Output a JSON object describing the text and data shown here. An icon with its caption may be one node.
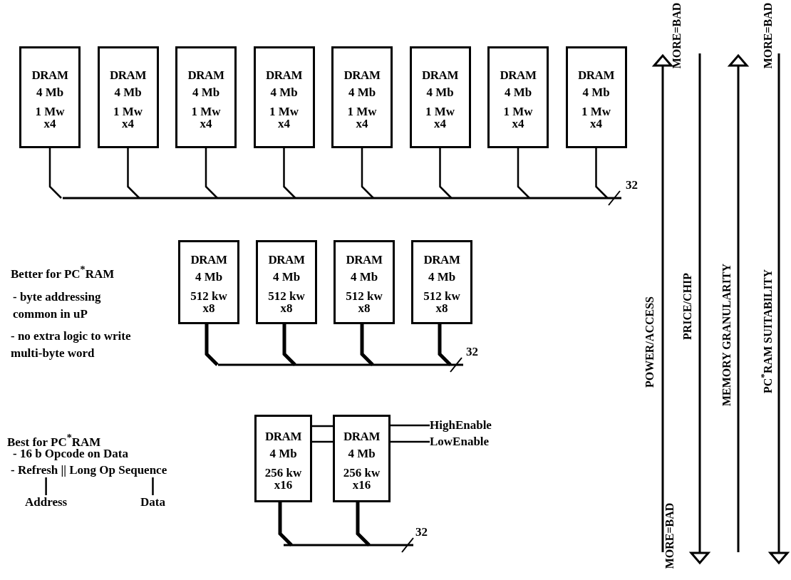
{
  "diagram": {
    "nodes": [
      {
        "text": [
          "DRAM",
          "4 Mb",
          "1 Mw",
          "x4"
        ]
      },
      {
        "text": [
          "DRAM",
          "4 Mb",
          "1 Mw",
          "x4"
        ]
      },
      {
        "text": [
          "DRAM",
          "4 Mb",
          "1 Mw",
          "x4"
        ]
      },
      {
        "text": [
          "DRAM",
          "4 Mb",
          "1 Mw",
          "x4"
        ]
      },
      {
        "text": [
          "DRAM",
          "4 Mb",
          "1 Mw",
          "x4"
        ]
      },
      {
        "text": [
          "DRAM",
          "4 Mb",
          "1 Mw",
          "x4"
        ]
      },
      {
        "text": [
          "DRAM",
          "4 Mb",
          "1 Mw",
          "x4"
        ]
      },
      {
        "text": [
          "DRAM",
          "4 Mb",
          "1 Mw",
          "x4"
        ]
      },
      {
        "text": [
          "DRAM",
          "4 Mb",
          "512 kw",
          "x8"
        ]
      },
      {
        "text": [
          "DRAM",
          "4 Mb",
          "512 kw",
          "x8"
        ]
      },
      {
        "text": [
          "DRAM",
          "4 Mb",
          "512 kw",
          "x8"
        ]
      },
      {
        "text": [
          "DRAM",
          "4 Mb",
          "512 kw",
          "x8"
        ]
      },
      {
        "text": [
          "DRAM",
          "4 Mb",
          "256 kw",
          "x16"
        ]
      },
      {
        "text": [
          "DRAM",
          "4 Mb",
          "256 kw",
          "x16"
        ]
      },
      {
        "text": [
          "HighEnable"
        ]
      },
      {
        "text": [
          "LowEnable"
        ]
      },
      {
        "text": [
          "- Refresh || Long Op Sequence"
        ]
      },
      {
        "text": [
          "Address"
        ]
      },
      {
        "text": [
          "Data"
        ]
      }
    ],
    "edges": [
      {
        "from": 0,
        "to": null,
        "arrow": "none"
      },
      {
        "from": 1,
        "to": null,
        "arrow": "none"
      },
      {
        "from": 2,
        "to": null,
        "arrow": "none"
      },
      {
        "from": 3,
        "to": null,
        "arrow": "none"
      },
      {
        "from": 4,
        "to": null,
        "arrow": "none"
      },
      {
        "from": 5,
        "to": null,
        "arrow": "none"
      },
      {
        "from": 6,
        "to": null,
        "arrow": "none"
      },
      {
        "from": 7,
        "to": null,
        "arrow": "none"
      },
      {
        "from": 8,
        "to": null,
        "arrow": "none",
        "style": "thick"
      },
      {
        "from": 9,
        "to": null,
        "arrow": "none",
        "style": "thick"
      },
      {
        "from": 10,
        "to": null,
        "arrow": "none",
        "style": "thick"
      },
      {
        "from": 11,
        "to": null,
        "arrow": "none",
        "style": "thick"
      },
      {
        "from": 12,
        "to": null,
        "arrow": "none",
        "style": "thick"
      },
      {
        "from": 13,
        "to": null,
        "arrow": "none",
        "style": "thick"
      },
      {
        "from": 12,
        "to": 13,
        "arrow": "none"
      },
      {
        "from": 12,
        "to": 13,
        "arrow": "none"
      },
      {
        "from": 13,
        "to": 14,
        "arrow": "none"
      },
      {
        "from": 13,
        "to": 15,
        "arrow": "none"
      },
      {
        "from": 17,
        "to": 16,
        "arrow": "none"
      },
      {
        "from": 18,
        "to": 16,
        "arrow": "none"
      }
    ],
    "labels": [
      "MORE=BAD",
      "MORE=BAD",
      "32",
      "Better for PC$^{*}$RAM",
      "- byte addressing common in uP",
      "- no extra logic to write multi-byte word",
      "32",
      "POWER/ACCESS",
      "PRICE/CHIP",
      "MEMORY GRANULARITY",
      "PC$^{*}$RAM SUITABILITY",
      "Best for PC$^{*}$RAM",
      "- 16 b Opcode on Data",
      "32",
      "MORE=BAD"
    ]
  }
}
